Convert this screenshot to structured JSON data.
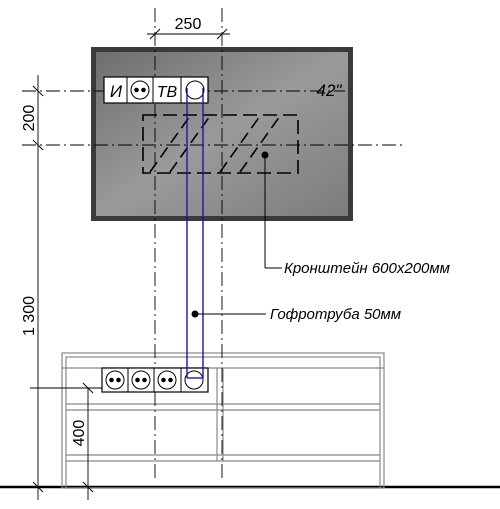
{
  "diagram": {
    "dimensions": {
      "socket_spacing": "250",
      "upper_offset": "200",
      "mount_height": "1 300",
      "lower_socket_height": "400"
    },
    "tv": {
      "size_label": "42\"",
      "socket_labels": [
        "И",
        "ТВ"
      ]
    },
    "callouts": {
      "bracket": "Кронштейн 600х200мм",
      "conduit": "Гофротруба 50мм"
    },
    "colors": {
      "tv_frame": "#3a3a3a",
      "tv_screen": "#8a8a8a",
      "conduit": "#1a1aa8",
      "line": "#000000"
    }
  }
}
